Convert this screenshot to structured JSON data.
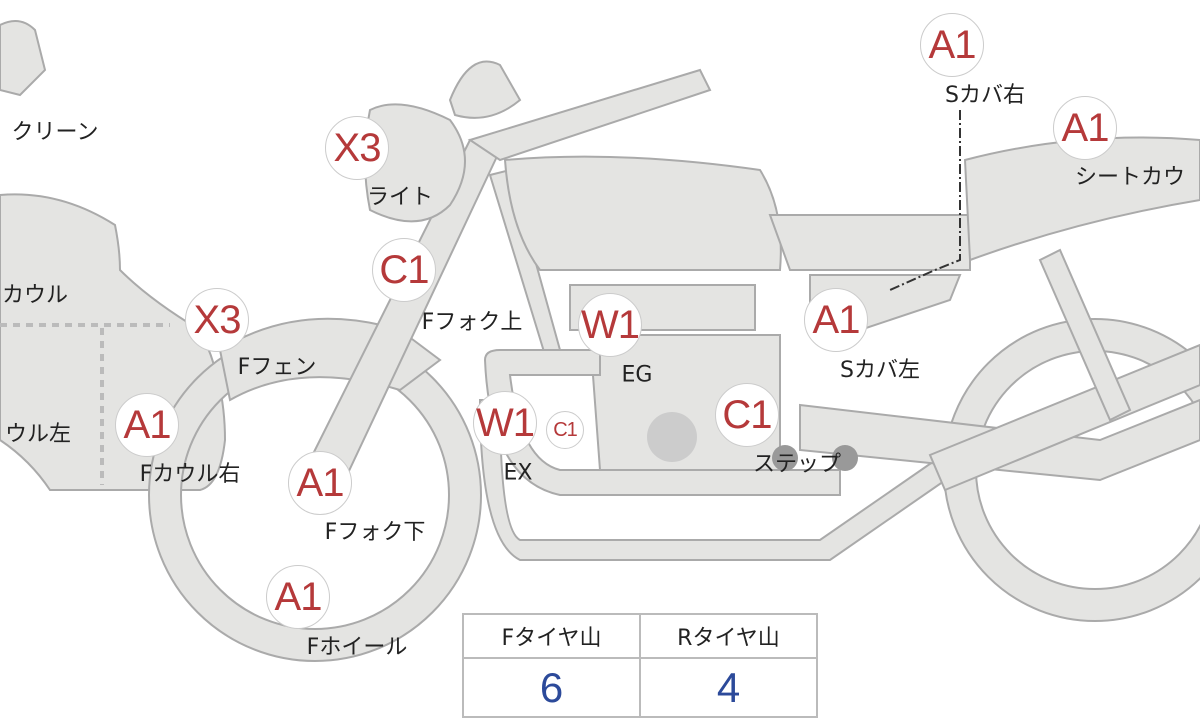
{
  "colors": {
    "badge_text": "#b5393a",
    "value_text": "#2c4a9a",
    "body_fill": "#e4e4e2"
  },
  "parts": [
    {
      "code": "X3",
      "label": "ライト"
    },
    {
      "code": "C1",
      "label": "Fフォク上"
    },
    {
      "code": "X3",
      "label": "Fフェン"
    },
    {
      "code": "A1",
      "label": "Fカウル右"
    },
    {
      "code": "A1",
      "label": "Fフォク下"
    },
    {
      "code": "A1",
      "label": "Fホイール"
    },
    {
      "code": "W1",
      "label": "EG"
    },
    {
      "code": "W1",
      "label": "EX"
    },
    {
      "code": "C1",
      "label": "ステップ"
    },
    {
      "code": "A1",
      "label": "Sカバ左"
    },
    {
      "code": "A1",
      "label": "Sカバ右"
    },
    {
      "code": "A1",
      "label": "シートカウ"
    }
  ],
  "extra_badge": "C1",
  "cut_labels": [
    "クリーン",
    "カウル",
    "ウル左"
  ],
  "tire_table": {
    "headers": [
      "Fタイヤ山",
      "Rタイヤ山"
    ],
    "values": [
      "6",
      "4"
    ]
  }
}
